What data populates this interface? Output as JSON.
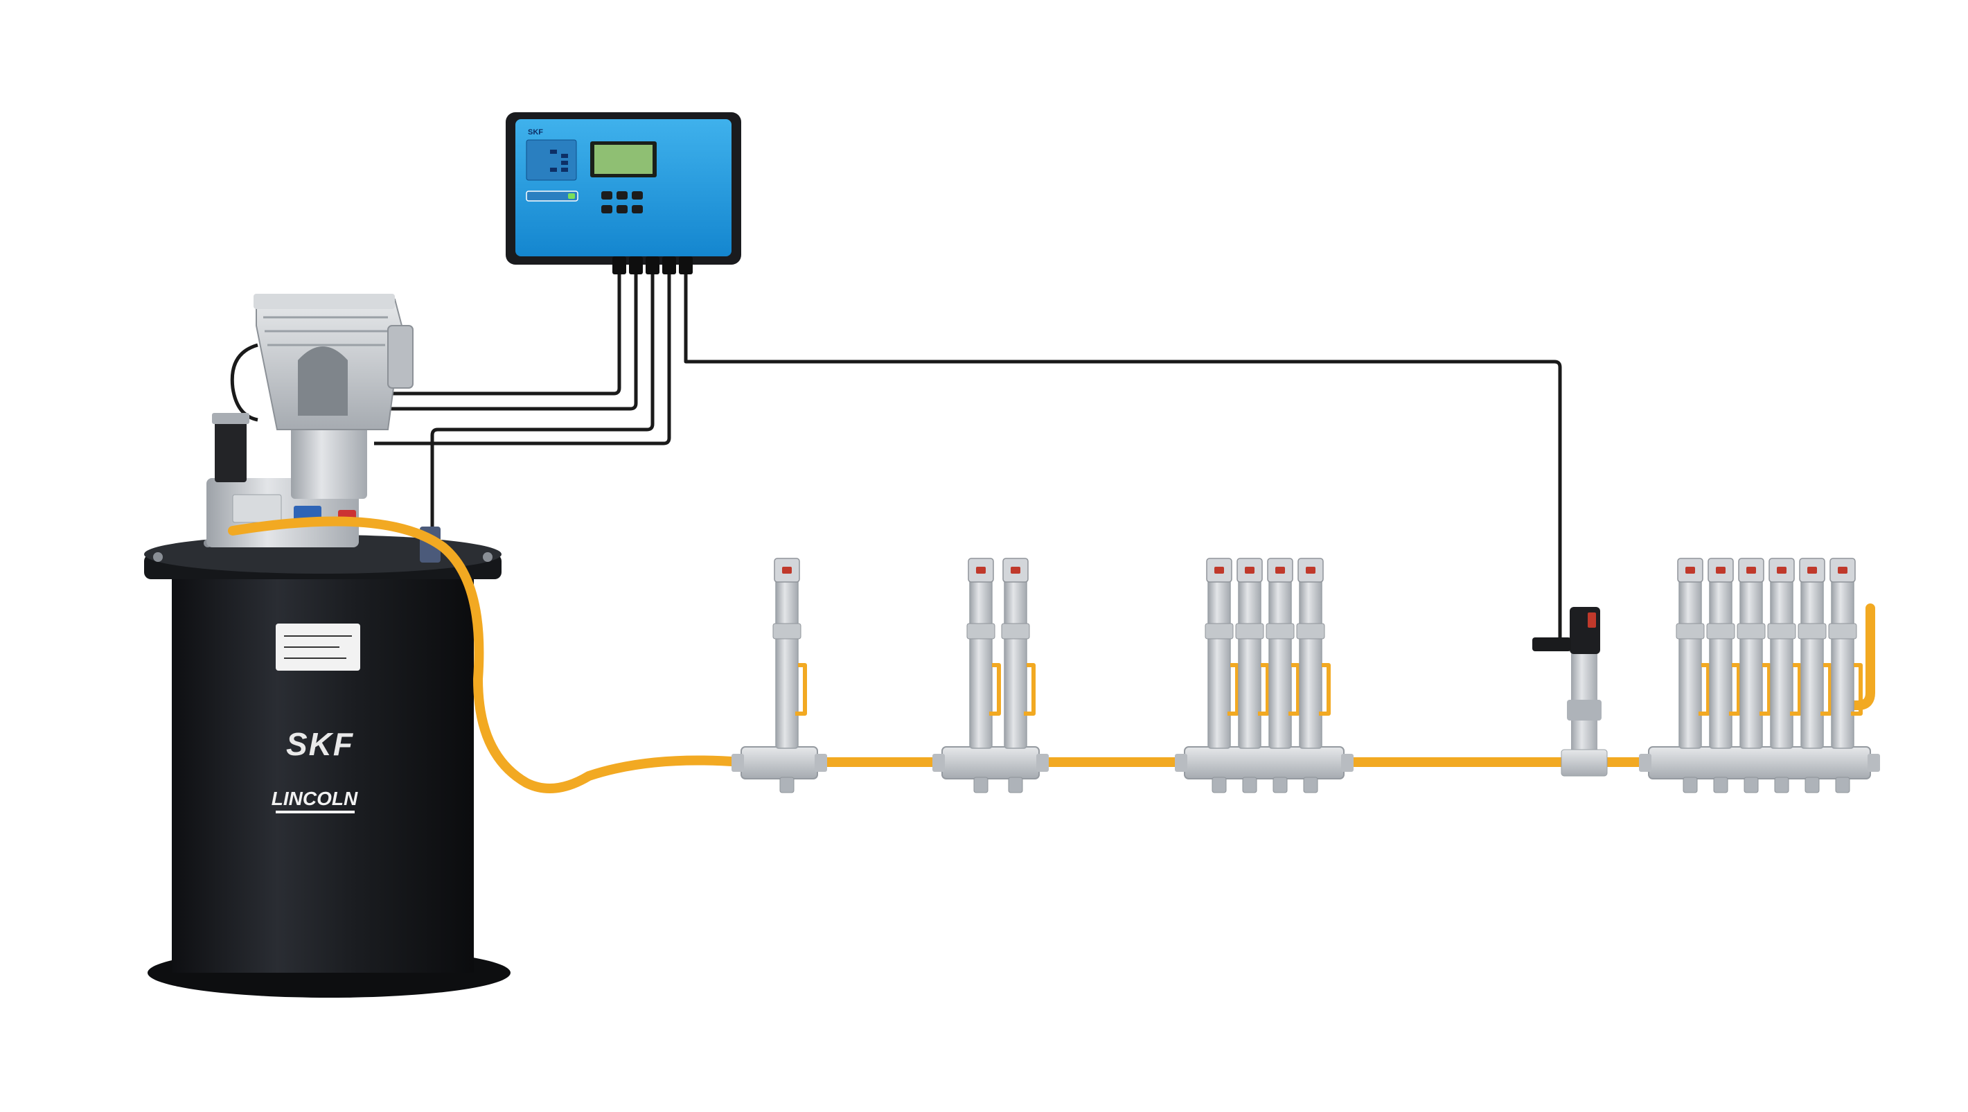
{
  "pump": {
    "brand": "SKF",
    "sub_brand": "LINCOLN"
  },
  "controller": {
    "brand": "SKF"
  },
  "colors": {
    "line_orange": "#F2A922",
    "cable_black": "#1a1a1a",
    "controller_blue": "#1E9BE0",
    "pump_black": "#1c1e22",
    "metal": "#c9ccd0",
    "lcd": "#8fbf73"
  },
  "icons": [
    "lubrication-pump-unit",
    "controller-unit",
    "injector-block",
    "pressure-switch",
    "grease-supply-line",
    "control-cable"
  ]
}
